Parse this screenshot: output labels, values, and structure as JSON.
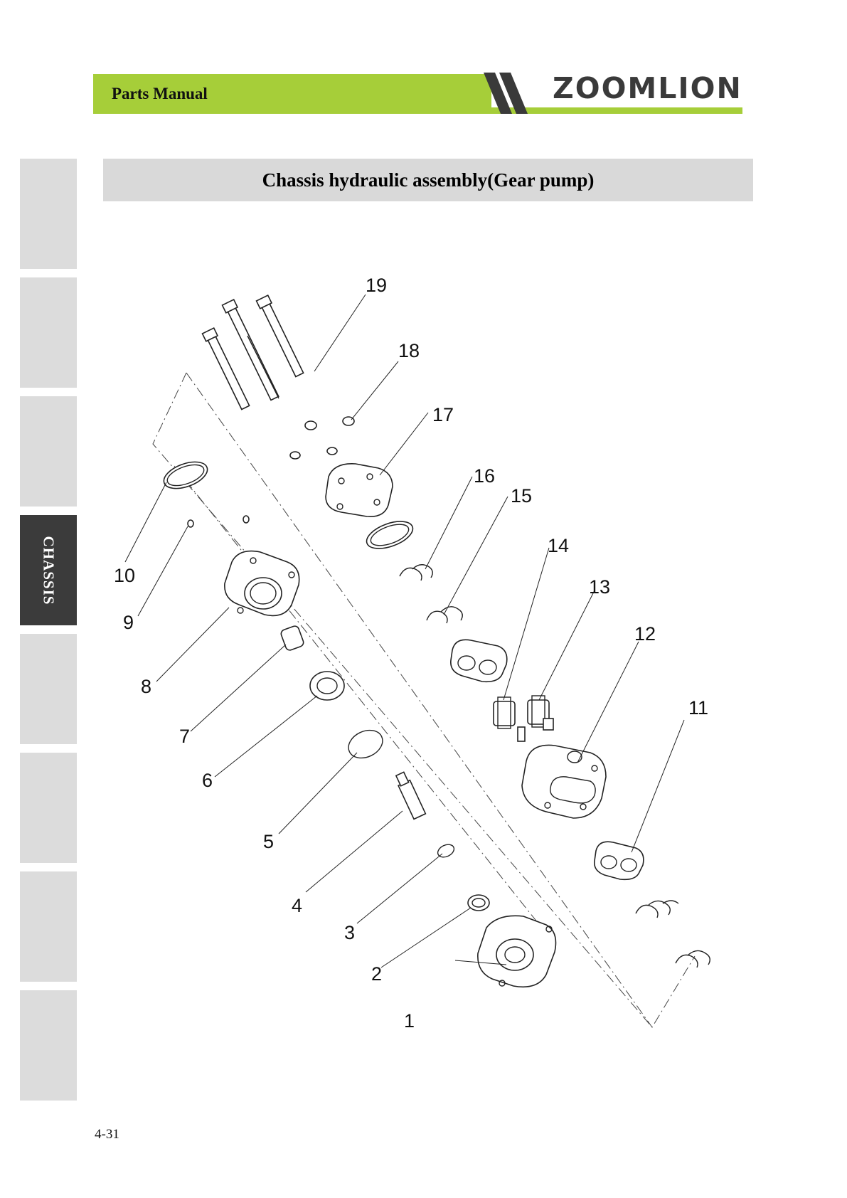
{
  "header": {
    "title": "Parts Manual",
    "brand": "ZOOMLION",
    "accent_color": "#a6ce39",
    "logo_color": "#3a3a3a"
  },
  "side_tabs": [
    {
      "label": "",
      "active": false
    },
    {
      "label": "",
      "active": false
    },
    {
      "label": "",
      "active": false
    },
    {
      "label": "CHASSIS",
      "active": true
    },
    {
      "label": "",
      "active": false
    },
    {
      "label": "",
      "active": false
    },
    {
      "label": "",
      "active": false
    },
    {
      "label": "",
      "active": false
    }
  ],
  "section_title": "Chassis hydraulic assembly(Gear pump)",
  "diagram": {
    "callouts": [
      "1",
      "2",
      "3",
      "4",
      "5",
      "6",
      "7",
      "8",
      "9",
      "10",
      "11",
      "12",
      "13",
      "14",
      "15",
      "16",
      "17",
      "18",
      "19"
    ]
  },
  "page_number": "4-31"
}
